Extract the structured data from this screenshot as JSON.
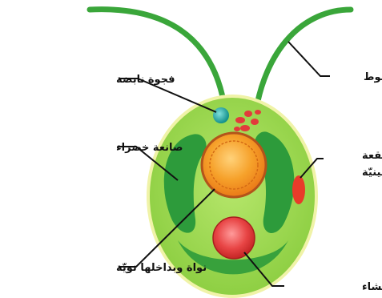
{
  "labels": {
    "flagella": "سوط",
    "contractile_vacuole": "فجوة نابضة",
    "chloroplast": "صانعة خضراء",
    "eyespot_line1": "بقعة",
    "eyespot_line2": "عينيّة",
    "nucleus": "نواة وبداخلها نويّة",
    "starch": "حبيبات النّشاء"
  },
  "colors": {
    "cell_body": "#9bd84a",
    "cell_outline": "#f0f3a8",
    "chloroplast": "#2d9b3b",
    "flagella": "#3aa63a",
    "nucleus": "#f28c1e",
    "nucleus_ring": "#b3541a",
    "vacuole": "#1aa6a2",
    "eyespot": "#e83b2a",
    "starch": "#e23b3b",
    "pointer_line": "#111111"
  }
}
